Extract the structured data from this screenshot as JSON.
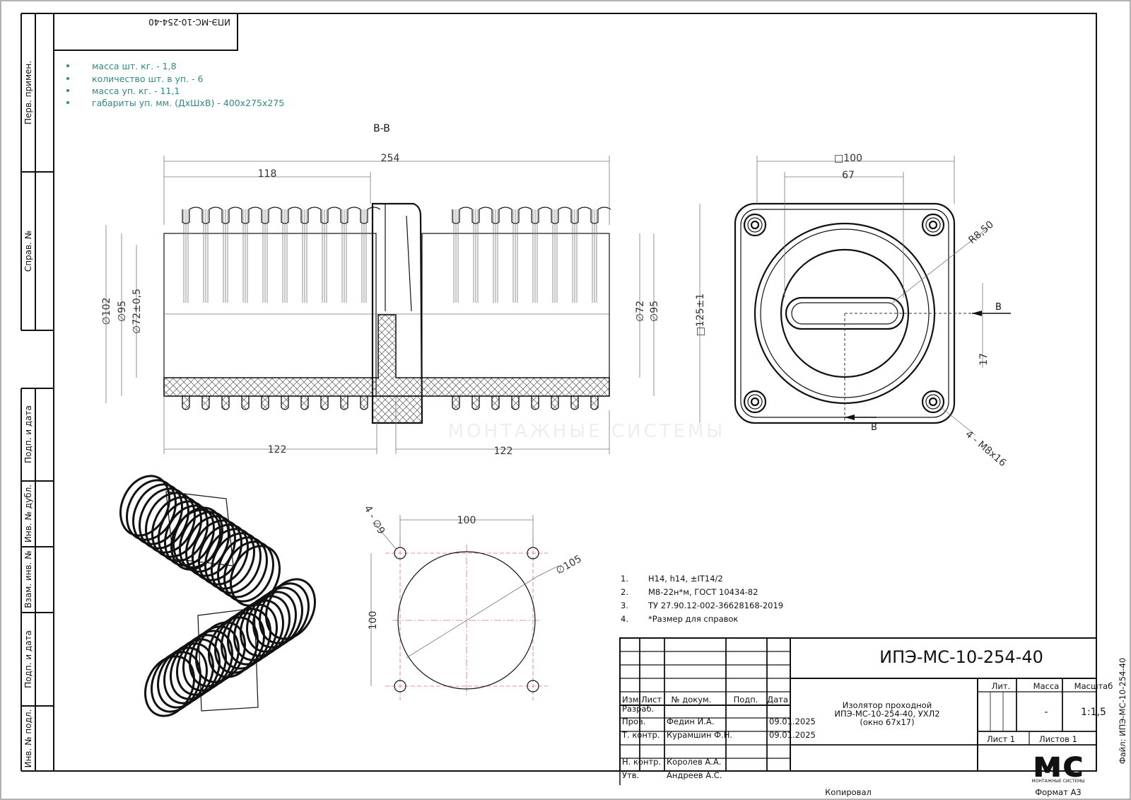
{
  "stamp_rotated": "ИПЭ-МС-10-254-40",
  "side_strip": [
    "Перв. примен.",
    "Справ. №",
    "Подп. и дата",
    "Инв. № дубл.",
    "Взам. инв. №",
    "Подп. и дата",
    "Инв. № подл."
  ],
  "package_notes": [
    "масса шт. кг. - 1,8",
    "количество шт. в уп. - 6",
    "масса уп. кг. - 11,1",
    "габариты уп. мм. (ДхШхВ) - 400x275x275"
  ],
  "section_label": "B-B",
  "dims_main": {
    "total": "254",
    "left_top": "118",
    "bottom_left": "122",
    "bottom_right": "122",
    "d102": "∅102",
    "d95": "∅95",
    "d72": "∅72±0,5",
    "d72r": "∅72",
    "d95r": "∅95"
  },
  "dims_front": {
    "sq100": "□100",
    "w67": "67",
    "r850": "R8,50",
    "h125": "□125±1",
    "h17": "17",
    "thread": "4 - M8x16",
    "sec_b": "B",
    "sec_b2": "B"
  },
  "dims_bolt": {
    "holes": "4 - ∅9",
    "w100": "100",
    "h100": "100",
    "d105": "∅105"
  },
  "tech_notes": [
    {
      "n": "1.",
      "text": "H14, h14, ±IT14/2"
    },
    {
      "n": "2.",
      "text": "M8-22н*м, ГОСТ 10434-82"
    },
    {
      "n": "3.",
      "text": "ТУ 27.90.12-002-36628168-2019"
    },
    {
      "n": "4.",
      "text": "*Размер для справок"
    }
  ],
  "title_block": {
    "designation": "ИПЭ-МС-10-254-40",
    "headers": [
      "Изм.",
      "Лист",
      "№ докум.",
      "Подп.",
      "Дата"
    ],
    "roles": [
      "Разраб.",
      "Пров.",
      "Т. контр.",
      "",
      "Н. контр.",
      "Утв."
    ],
    "names": [
      "",
      "Федин И.А.",
      "Курамшин Ф.Н.",
      "",
      "Королев А.А.",
      "Андреев А.С."
    ],
    "dates": [
      "",
      "09.01.2025",
      "09.01.2025",
      "",
      "",
      ""
    ],
    "description": [
      "Изолятор проходной",
      "ИПЭ-МС-10-254-40, УХЛ2",
      "(окно 67x17)"
    ],
    "lit_label": "Лит.",
    "mass_label": "Масса",
    "scale_label": "Масштаб",
    "mass_value": "-",
    "scale_value": "1:1,5",
    "sheet": "Лист 1",
    "sheets": "Листов 1",
    "logo_text": "мс",
    "logo_sub": "МОНТАЖНЫЕ СИСТЕМЫ",
    "copied": "Копировал",
    "format": "Формат А3",
    "file": "Файл: ИПЭ-МС-10-254-40"
  },
  "watermark": "МОНТАЖНЫЕ СИСТЕМЫ"
}
